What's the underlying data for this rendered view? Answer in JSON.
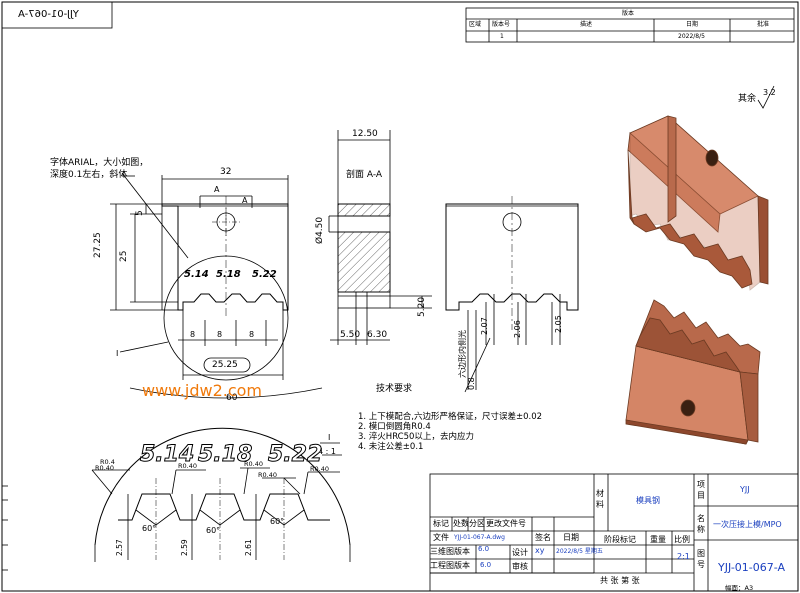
{
  "drawing_code_mirrored": "YJJ-01-067-A",
  "revision_table": {
    "title": "版本",
    "headers": [
      "区域",
      "版本号",
      "描述",
      "日期",
      "批准"
    ],
    "row": [
      "",
      "1",
      "",
      "2022/8/5",
      ""
    ]
  },
  "roughness": {
    "label": "其余",
    "value": "3.2"
  },
  "font_note": {
    "line1": "字体ARIAL，大小如图，",
    "line2": "深度0.1左右，斜体"
  },
  "dims": {
    "width_32": "32",
    "d_12_50": "12.50",
    "d_27_25": "27.25",
    "d_25": "25",
    "d_5": "5",
    "d_4_50": "Ø4.50",
    "d_8a": "8",
    "d_8b": "8",
    "d_8c": "8",
    "d_25_25": "25.25",
    "d_60": "60",
    "d_5_20": "5.20",
    "d_5_50": "5.50",
    "d_6_30": "6.30",
    "d_2_07": "2.07",
    "d_2_06": "2.06",
    "d_2_05": "2.05",
    "d_0_8": "0.8",
    "d_2_57": "2.57",
    "d_2_59": "2.59",
    "d_2_61": "2.61"
  },
  "engraved_a": [
    "5.14",
    "5.18",
    "5.22"
  ],
  "engraved_b": [
    "5.14",
    "5.18",
    "5.22"
  ],
  "radii": [
    "R0.4",
    "R0.40",
    "R0.40",
    "R0.40",
    "R0.40",
    "R0.40"
  ],
  "angles": [
    "60°",
    "60°",
    "60°"
  ],
  "section": {
    "arrow_a1": "A",
    "arrow_a2": "A",
    "title": "剖面 A-A"
  },
  "detail": {
    "marker": "I",
    "label": "I",
    "scale": "4 : 1"
  },
  "hex_note": "六边形内侧光",
  "watermark": "www.jdw2.com",
  "tech_req": {
    "title": "技术要求",
    "items": [
      "1.   上下模配合,六边形严格保证，尺寸误差±0.02",
      "2.   模口倒圆角R0.4",
      "3.   淬火HRC50以上，去内应力",
      "4.   未注公差±0.1"
    ]
  },
  "title_block": {
    "material_label": "材\n料",
    "material": "模具钢",
    "project_label": "项\n目",
    "project": "YJJ",
    "name_label": "名\n称",
    "name": "一次压接上模/MPO",
    "drawing_no_label": "图\n号",
    "drawing_no": "YJJ-01-067-A",
    "headers": [
      "标记",
      "处数",
      "分区",
      "更改文件号",
      "签名",
      "日期"
    ],
    "file_label": "文件",
    "file_value": "YJJ-01-067-A.dwg",
    "stage_label": "阶段标记",
    "weight_label": "重量",
    "ratio_label": "比例",
    "ratio": "2:1",
    "model_ver_label": "三维图版本",
    "model_ver": "6.0",
    "eng_ver_label": "工程图版本",
    "eng_ver": "6.0",
    "design_label": "设计",
    "designer": "xy",
    "design_date": "2022/8/5 星期五",
    "review_label": "审核",
    "sheets": "共    张   第    张",
    "size": "幅面：A3"
  }
}
